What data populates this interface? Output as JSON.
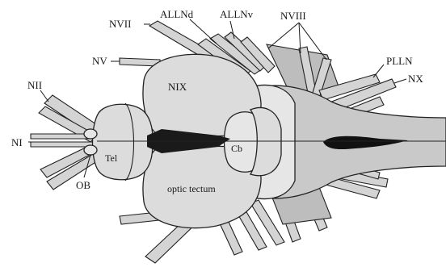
{
  "figure": {
    "labels": {
      "NVII": "NVII",
      "ALLNd": "ALLNd",
      "ALLNv": "ALLNv",
      "NVIII": "NVIII",
      "NV": "NV",
      "PLLN": "PLLN",
      "NX": "NX",
      "NII": "NII",
      "NI": "NI",
      "NIX": "NIX",
      "Cb": "Cb",
      "Tel": "Tel",
      "OB": "OB",
      "optic_tectum": "optic tectum"
    }
  }
}
